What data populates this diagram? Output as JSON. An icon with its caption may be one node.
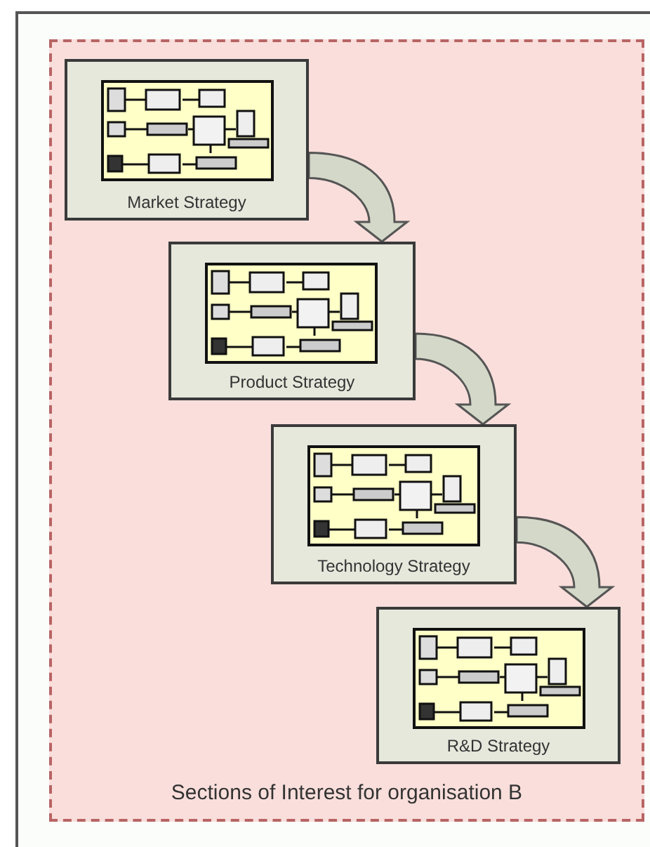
{
  "diagram": {
    "nodes": [
      {
        "text": [
          "Sections of Interest for organisation B"
        ]
      },
      {
        "text": [
          "Market Strategy"
        ],
        "in": 0
      },
      {
        "text": [
          "Product Strategy"
        ],
        "in": 0
      },
      {
        "text": [
          "Technology Strategy"
        ],
        "in": 0
      },
      {
        "text": [
          "R&D Strategy"
        ],
        "in": 0
      }
    ],
    "edges": [
      {
        "from": 1,
        "to": 2,
        "arrow": "to",
        "style": "thick"
      },
      {
        "from": 2,
        "to": 3,
        "arrow": "to",
        "style": "thick"
      },
      {
        "from": 3,
        "to": 4,
        "arrow": "to",
        "style": "thick"
      }
    ]
  }
}
